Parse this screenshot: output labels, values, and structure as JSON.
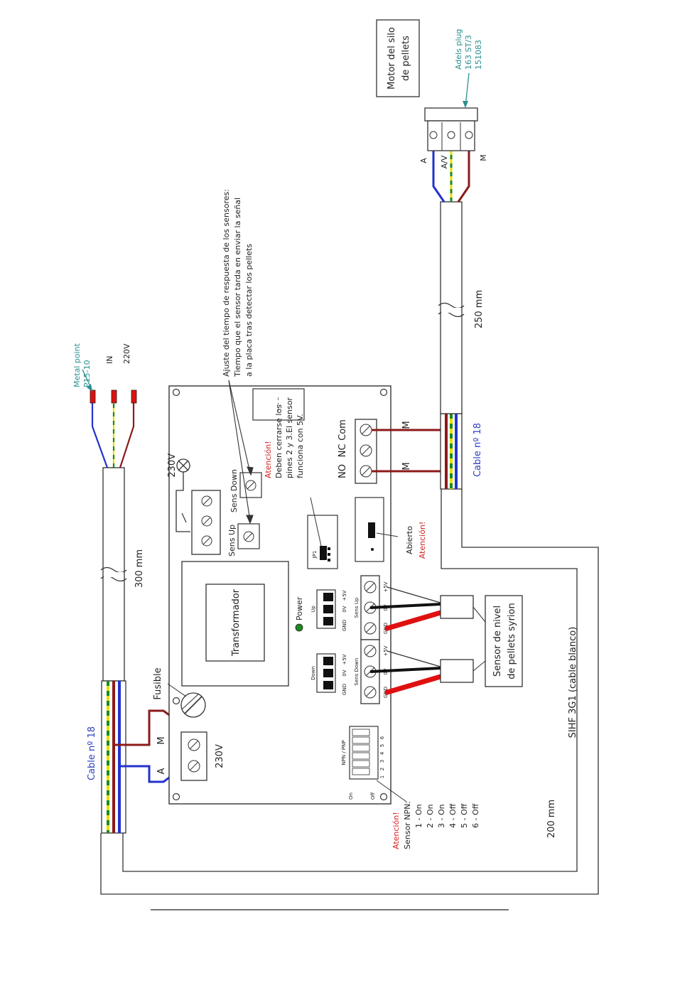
{
  "colors": {
    "brown": "#8b1a1a",
    "blue": "#2233cc",
    "yellow": "#e4e000",
    "green": "#1d8a1d",
    "red": "#e01010",
    "teal": "#2a8f8f",
    "cable_blue": "#2c3fbf",
    "attention_red": "#d42020",
    "outline": "#333333"
  },
  "plug": {
    "name": "Metal point",
    "model": "P15-10",
    "pin_in": "IN",
    "voltage": "220V"
  },
  "adels": {
    "line1": "Adels plug",
    "line2": "163 ST/3",
    "line3": "151083"
  },
  "motor": {
    "line1": "Motor del silo",
    "line2": "de pellets"
  },
  "cables": {
    "left_label": "Cable nº 18",
    "right_label": "Cable nº 18",
    "len_300": "300 mm",
    "len_250": "250 mm",
    "len_200": "200 mm",
    "white_cable": "SIHF 3G1 (cable blanco)"
  },
  "wires": {
    "a": "A",
    "m": "M",
    "av": "A/V"
  },
  "board": {
    "v230_lamp": "230V",
    "v230_terminal": "230V",
    "fusible": "Fusible",
    "transformer": "Transformador",
    "power": "Power",
    "relay_labels": [
      "NO",
      "NC",
      "Com"
    ],
    "relay_m1": "M",
    "relay_m2": "M",
    "sens_up": "Sens Up",
    "sens_down": "Sens Down",
    "npn_pnp": "NPN / PNP",
    "dip_on": "On",
    "dip_off": "Off",
    "dip_numbers": [
      "1",
      "2",
      "3",
      "4",
      "5",
      "6"
    ],
    "conn_up_label": "Up",
    "conn_down_label": "Down",
    "conn_pins": [
      "GND",
      "0V",
      "+5V"
    ],
    "ts_top_label": "Sens Up",
    "ts_bottom_label": "Sens Down",
    "ts_pins": [
      "GND",
      "0V",
      "+5V"
    ],
    "jp_label": "JP1"
  },
  "notes": {
    "adjust_line1": "Ajuste del tiempo de respuesta de los sensores:",
    "adjust_line2": "Tiempo que el sensor tarda en enviar la señal",
    "adjust_line3": "a la placa tras detectar los pellets",
    "attention_jp1_title": "Atención!",
    "attention_jp1_line1": "Deben cerrarse los",
    "attention_jp1_line2": "pines 2 y 3.El sensor",
    "attention_jp1_line3": "funciona con 5V.",
    "abierto": "Abierto",
    "attention_jp2": "Atención!",
    "npn_title": "Atención!",
    "npn_heading": "Sensor NPN:",
    "npn_settings": [
      "1 - On",
      "2 - On",
      "3 - On",
      "4 - Off",
      "5 - Off",
      "6 - Off"
    ]
  },
  "sensor": {
    "line1": "Sensor de nivel",
    "line2": "de pellets syrion"
  }
}
